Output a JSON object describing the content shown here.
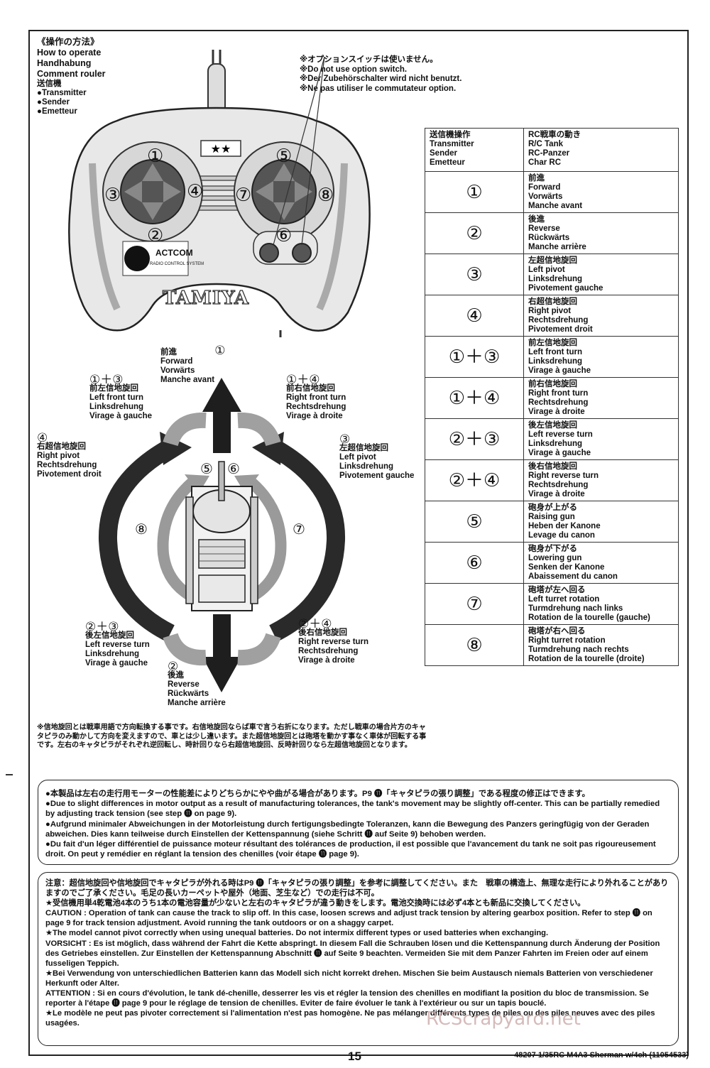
{
  "header": {
    "lines": [
      "《操作の方法》",
      "How to operate",
      "Handhabung",
      "Comment rouler"
    ],
    "bullets": [
      "送信機",
      "●Transmitter",
      "●Sender",
      "●Emetteur"
    ]
  },
  "option_note": [
    "※オプションスイッチは使いません。",
    "※Do not use option switch.",
    "※Der Zubehörschalter wird nicht benutzt.",
    "※Ne pas utiliser le commutateur option."
  ],
  "transmitter": {
    "brand_logo": "ACTCOM",
    "brand_sub": "RADIO CONTROL SYSTEM",
    "maker": "TAMIYA",
    "star_mark": "★★",
    "buttons": [
      "①",
      "②",
      "③",
      "④",
      "⑤",
      "⑥",
      "⑦",
      "⑧"
    ]
  },
  "table": {
    "header_left": [
      "送信機操作",
      "Transmitter",
      "Sender",
      "Emetteur"
    ],
    "header_right": [
      "RC戦車の動き",
      "R/C Tank",
      "RC-Panzer",
      "Char RC"
    ],
    "rows": [
      {
        "sym": "①",
        "lines": [
          "前進",
          "Forward",
          "Vorwärts",
          "Manche avant"
        ]
      },
      {
        "sym": "②",
        "lines": [
          "後進",
          "Reverse",
          "Rückwärts",
          "Manche arrière"
        ]
      },
      {
        "sym": "③",
        "lines": [
          "左超信地旋回",
          "Left pivot",
          "Linksdrehung",
          "Pivotement gauche"
        ]
      },
      {
        "sym": "④",
        "lines": [
          "右超信地旋回",
          "Right pivot",
          "Rechtsdrehung",
          "Pivotement droit"
        ]
      },
      {
        "sym": "①＋③",
        "lines": [
          "前左信地旋回",
          "Left front turn",
          "Linksdrehung",
          "Virage à gauche"
        ]
      },
      {
        "sym": "①＋④",
        "lines": [
          "前右信地旋回",
          "Right front turn",
          "Rechtsdrehung",
          "Virage à droite"
        ]
      },
      {
        "sym": "②＋③",
        "lines": [
          "後左信地旋回",
          "Left reverse turn",
          "Linksdrehung",
          "Virage à gauche"
        ]
      },
      {
        "sym": "②＋④",
        "lines": [
          "後右信地旋回",
          "Right reverse turn",
          "Rechtsdrehung",
          "Virage à droite"
        ]
      },
      {
        "sym": "⑤",
        "lines": [
          "砲身が上がる",
          "Raising gun",
          "Heben der Kanone",
          "Levage du canon"
        ]
      },
      {
        "sym": "⑥",
        "lines": [
          "砲身が下がる",
          "Lowering gun",
          "Senken der Kanone",
          "Abaissement du canon"
        ]
      },
      {
        "sym": "⑦",
        "lines": [
          "砲塔が左へ回る",
          "Left turret rotation",
          "Turmdrehung nach links",
          "Rotation de la tourelle (gauche)"
        ]
      },
      {
        "sym": "⑧",
        "lines": [
          "砲塔が右へ回る",
          "Right turret rotation",
          "Turmdrehung nach rechts",
          "Rotation de la tourelle (droite)"
        ]
      }
    ]
  },
  "diagram": {
    "forward": {
      "num": "①",
      "lines": [
        "前進",
        "Forward",
        "Vorwärts",
        "Manche avant"
      ]
    },
    "front_left": {
      "num": "①＋③",
      "lines": [
        "前左信地旋回",
        "Left front turn",
        "Linksdrehung",
        "Virage à gauche"
      ]
    },
    "front_right": {
      "num": "①＋④",
      "lines": [
        "前右信地旋回",
        "Right front turn",
        "Rechtsdrehung",
        "Virage à droite"
      ]
    },
    "pivot_right": {
      "num": "④",
      "lines": [
        "右超信地旋回",
        "Right pivot",
        "Rechtsdrehung",
        "Pivotement droit"
      ]
    },
    "pivot_left": {
      "num": "③",
      "lines": [
        "左超信地旋回",
        "Left pivot",
        "Linksdrehung",
        "Pivotement gauche"
      ]
    },
    "rear_left": {
      "num": "②＋③",
      "lines": [
        "後左信地旋回",
        "Left reverse turn",
        "Linksdrehung",
        "Virage à gauche"
      ]
    },
    "rear_right": {
      "num": "②＋④",
      "lines": [
        "後右信地旋回",
        "Right reverse turn",
        "Rechtsdrehung",
        "Virage à droite"
      ]
    },
    "reverse": {
      "num": "②",
      "lines": [
        "後進",
        "Reverse",
        "Rückwärts",
        "Manche arrière"
      ]
    },
    "turret_left": "⑦",
    "turret_right": "⑧",
    "gun_up": "⑤",
    "gun_down": "⑥"
  },
  "pivot_footnote": "※信地旋回とは戦車用語で方向転換する事です。右信地旋回ならば車で言う右折になります。ただし戦車の場合片方のキャタピラのみ動かして方向を変えますので、車とは少し違います。また超信地旋回とは砲塔を動かす事なく車体が回転する事です。左右のキャタピラがそれぞれ逆回転し、時計回りなら右超信地旋回、反時計回りなら左超信地旋回となります。",
  "notice_box": [
    "●本製品は左右の走行用モーターの性能差によりどちらかにやや曲がる場合があります。P9 ⓫「キャタピラの張り調整」である程度の修正はできます。",
    "●Due to slight differences in motor output as a result of manufacturing tolerances, the tank's movement may be slightly off-center. This can be partially remedied by adjusting track tension (see step ⓫ on page 9).",
    "●Aufgrund minimaler Abweichungen in der Motorleistung durch fertigungsbedingte Toleranzen, kann die Bewegung des Panzers geringfügig von der Geraden abweichen. Dies kann teilweise durch Einstellen der Kettenspannung (siehe Schritt ⓫ auf Seite 9) behoben werden.",
    "●Du fait d'un léger différentiel de puissance moteur résultant des tolérances de production, il est possible que l'avancement du tank ne soit pas rigoureusement droit. On peut y remédier en réglant la tension des chenilles (voir étape ⓫ page 9)."
  ],
  "caution_box": [
    "注意：超信地旋回や信地旋回でキャタピラが外れる時はP9 ⓫「キャタピラの張り調整」を参考に調整してください。また　戦車の構造上、無理な走行により外れることがありますのでご了承ください。毛足の長いカーペットや屋外（地面、芝生など）での走行は不可。",
    "★受信機用単4乾電池4本のうち1本の電池容量が少ないと左右のキャタピラが違う動きをします。電池交換時には必ず4本とも新品に交換してください。",
    "CAUTION : Operation of tank can cause the track to slip off. In this case, loosen screws and adjust track tension by altering gearbox position. Refer to step ⓫ on page 9 for track tension adjustment. Avoid running the tank outdoors or on a shaggy carpet.",
    "★The model cannot pivot correctly when using unequal batteries. Do not intermix different types or used batteries when exchanging.",
    "VORSICHT : Es ist möglich, dass während der Fahrt die Kette abspringt. In diesem Fall die Schrauben lösen und die Kettenspannung durch Änderung der Position des Getriebes einstellen. Zur Einstellen der Kettenspannung Abschnitt ⓫ auf Seite 9 beachten. Vermeiden Sie mit dem Panzer Fahrten im Freien oder auf einem fusseligen Teppich.",
    "★Bei Verwendung von unterschiedlichen Batterien kann das Modell sich nicht korrekt drehen. Mischen Sie beim Austausch niemals Batterien von verschiedener Herkunft oder Alter.",
    "ATTENTION : Si en cours d'évolution, le tank dé-chenille, desserrer les vis et régler la tension des chenilles en modifiant la position du bloc de transmission. Se reporter à l'étape ⓫ page 9 pour le réglage de tension de chenilles. Eviter de faire évoluer le tank à l'extérieur ou sur un tapis bouclé.",
    "★Le modèle ne peut pas pivoter correctement si l'alimentation n'est pas homogène. Ne pas mélanger différents types de piles ou des piles neuves avec des piles usagées."
  ],
  "page_number": "15",
  "footer_right": "48207  1/35RC M4A3 Sherman w/4ch (11054533)",
  "watermark": "RCScrapyard.net"
}
